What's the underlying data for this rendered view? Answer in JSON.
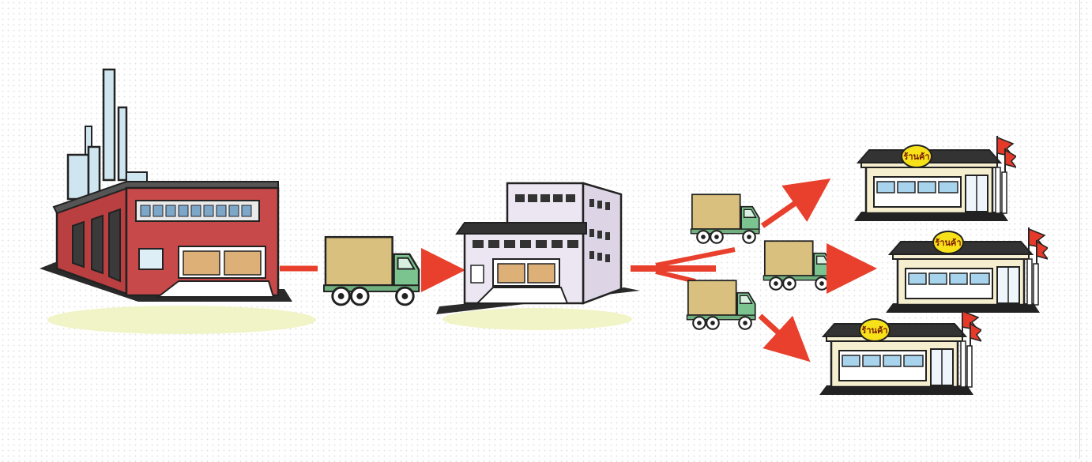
{
  "diagram": {
    "nodes": [
      {
        "id": "factory",
        "type": "factory"
      },
      {
        "id": "warehouse",
        "type": "distribution-center"
      },
      {
        "id": "store-1",
        "type": "retail-store",
        "sign": "ร้านค้า"
      },
      {
        "id": "store-2",
        "type": "retail-store",
        "sign": "ร้านค้า"
      },
      {
        "id": "store-3",
        "type": "retail-store",
        "sign": "ร้านค้า"
      }
    ],
    "flows": [
      {
        "from": "factory",
        "to": "warehouse",
        "via": "truck"
      },
      {
        "from": "warehouse",
        "to": "store-1",
        "via": "truck"
      },
      {
        "from": "warehouse",
        "to": "store-2",
        "via": "truck"
      },
      {
        "from": "warehouse",
        "to": "store-3",
        "via": "truck"
      }
    ],
    "colors": {
      "factory_brick": "#c8494a",
      "arrow": "#e8402c",
      "truck_cargo": "#d9c07f",
      "truck_cab": "#7cc48f",
      "warehouse_wall": "#ece6f2",
      "store_wall": "#f6efcf",
      "store_sign": "#f7e21a",
      "store_flag": "#e53a2a"
    }
  }
}
